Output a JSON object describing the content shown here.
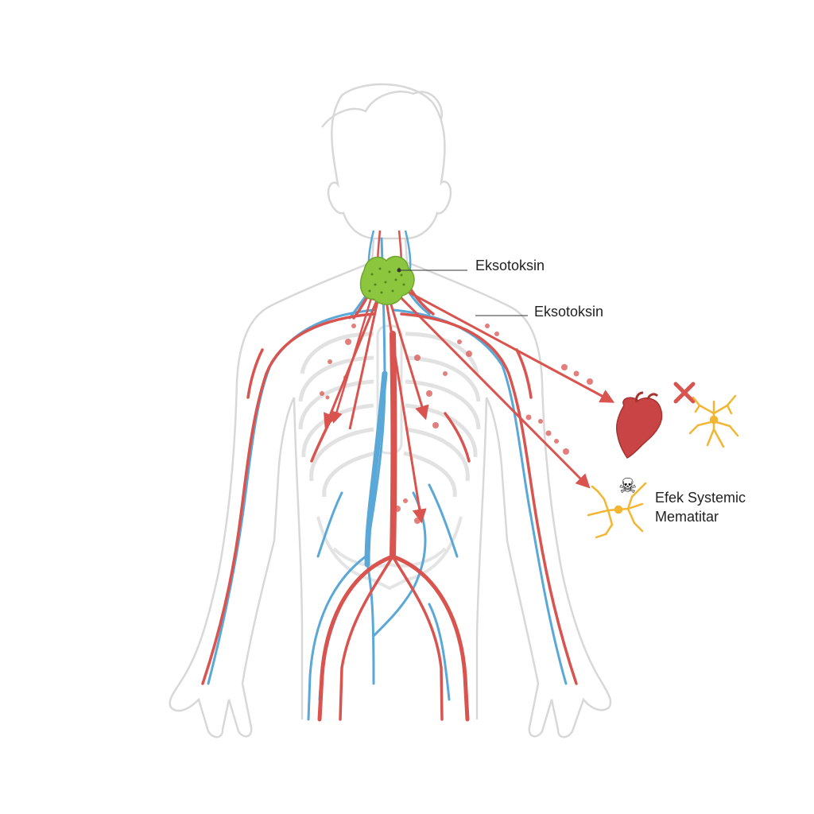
{
  "labels": {
    "toxin_source": "Eksotoksin",
    "toxin_spread": "Eksotoksin",
    "effect_line1": "Efek Systemic",
    "effect_line2": "Mematitar"
  },
  "icons": [
    "head-outline-icon",
    "throat-infection-blob-icon",
    "heart-icon",
    "nerve-icon",
    "skull-icon",
    "cross-mark-icon"
  ],
  "colors": {
    "artery": "#d9534f",
    "vein": "#5aa8d8",
    "outline": "#cfcfcf",
    "toxin": "#8cc63f",
    "nerve": "#f2b632",
    "heart": "#cc4444"
  },
  "skull_glyph": "☠"
}
